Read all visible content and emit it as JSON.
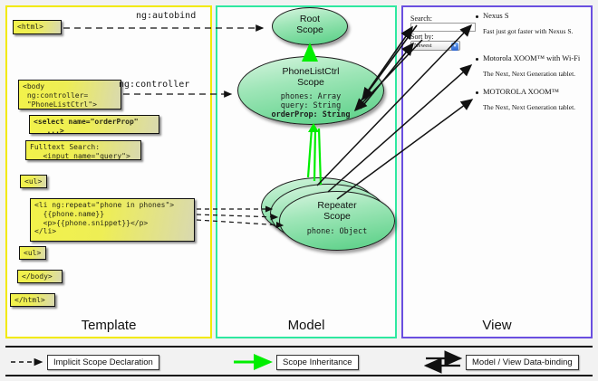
{
  "columns": [
    {
      "key": "template",
      "label": "Template",
      "border_color": "#f2ea00"
    },
    {
      "key": "model",
      "label": "Model",
      "border_color": "#2fe8a0"
    },
    {
      "key": "view",
      "label": "View",
      "border_color": "#6a4fe0"
    }
  ],
  "template": {
    "boxes": [
      {
        "id": "html",
        "text": "<html>"
      },
      {
        "id": "body",
        "text": "<body\n ng:controller=\n \"PhoneListCtrl\">"
      },
      {
        "id": "select",
        "text": "<select name=\"orderProp\"\n   ...>"
      },
      {
        "id": "search",
        "text": "Fulltext Search:\n   <input name=\"query\">"
      },
      {
        "id": "ul-open",
        "text": "<ul>"
      },
      {
        "id": "li-repeat",
        "text": "<li ng:repeat=\"phone in phones\">\n  {{phone.name}}\n  <p>{{phone.snippet}}</p>\n</li>"
      },
      {
        "id": "ul-close",
        "text": "<ul>"
      },
      {
        "id": "body-close",
        "text": "</body>"
      },
      {
        "id": "html-close",
        "text": "</html>"
      }
    ]
  },
  "connectors": {
    "autobind": "ng:autobind",
    "controller": "ng:controller",
    "repeat": "ng:repeat"
  },
  "model": {
    "scopes": [
      {
        "id": "root",
        "title_line1": "Root",
        "title_line2": "Scope",
        "members": []
      },
      {
        "id": "phonelistctrl",
        "title_line1": "PhoneListCtrl",
        "title_line2": "Scope",
        "members": [
          {
            "text": "phones: Array",
            "bold": false
          },
          {
            "text": "query: String",
            "bold": false
          },
          {
            "text": "orderProp: String",
            "bold": true
          }
        ]
      },
      {
        "id": "repeater",
        "title_line1": "Repeater",
        "title_line2": "Scope",
        "members": [
          {
            "text": "phone: Object",
            "bold": false
          }
        ]
      }
    ]
  },
  "view": {
    "search_label": "Search:",
    "search_value": "",
    "sort_label": "Sort by:",
    "sort_selected": "Newest",
    "sort_arrow": "▾",
    "phones": [
      {
        "name": "Nexus S",
        "snippet": "Fast just got faster with Nexus S."
      },
      {
        "name": "Motorola XOOM™  with Wi-Fi",
        "snippet": "The Next, Next Generation tablet."
      },
      {
        "name": "MOTOROLA XOOM™",
        "snippet": "The Next, Next Generation tablet."
      }
    ]
  },
  "legend": [
    {
      "id": "implicit",
      "label": "Implicit Scope Declaration",
      "style": "dashed-arrow",
      "color": "#111111"
    },
    {
      "id": "inheritance",
      "label": "Scope Inheritance",
      "style": "solid-arrow",
      "color": "#00ee00"
    },
    {
      "id": "binding",
      "label": "Model / View Data-binding",
      "style": "double-arrow",
      "color": "#111111"
    }
  ]
}
